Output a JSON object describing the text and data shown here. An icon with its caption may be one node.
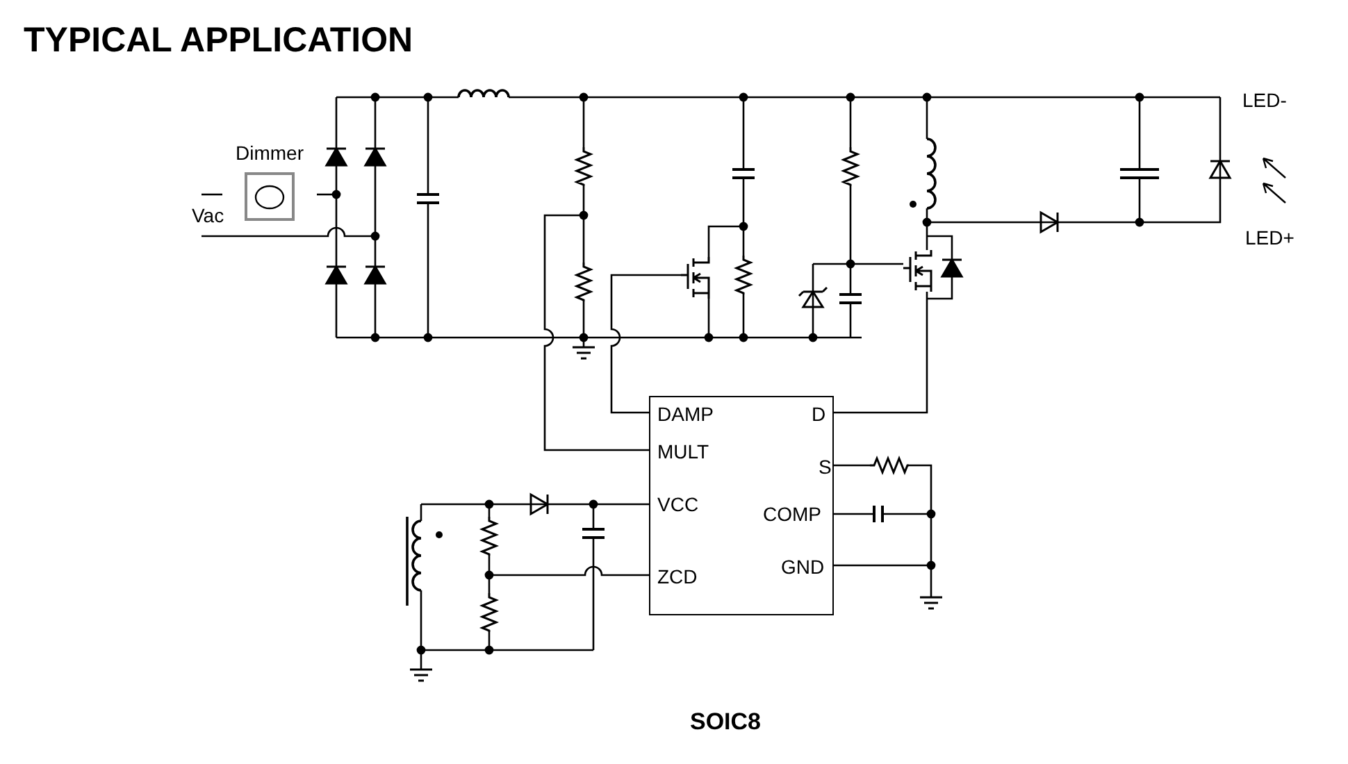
{
  "diagram": {
    "title": "TYPICAL APPLICATION",
    "caption": "SOIC8",
    "nodes": [
      {
        "text": [
          "DAMP",
          "D",
          "MULT",
          "S",
          "VCC",
          "COMP",
          "ZCD",
          "GND"
        ]
      },
      {
        "text": [
          "Dimmer"
        ]
      }
    ],
    "labels": [
      "Vac",
      "LED-",
      "LED+"
    ]
  }
}
